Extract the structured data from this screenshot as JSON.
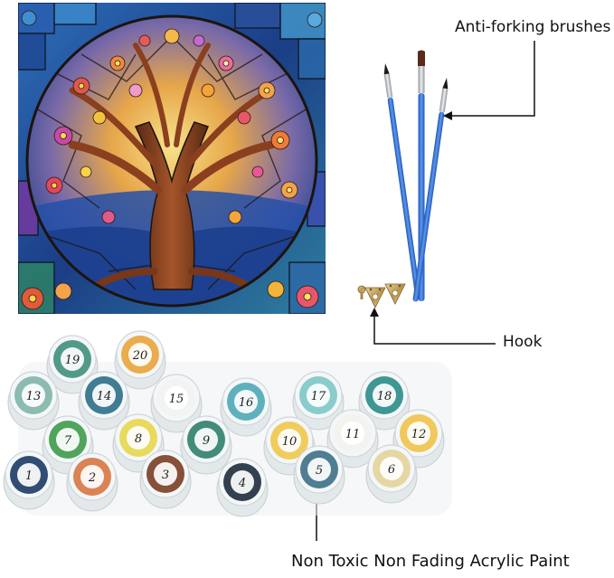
{
  "labels": {
    "brushes": "Anti-forking brushes",
    "hook": "Hook",
    "paint": "Non Toxic Non Fading Acrylic Paint"
  },
  "pots": [
    {
      "num": "19",
      "paint": "#3f8f7a"
    },
    {
      "num": "20",
      "paint": "#e9a33a"
    },
    {
      "num": "13",
      "paint": "#7fb4a8"
    },
    {
      "num": "14",
      "paint": "#2c6f87"
    },
    {
      "num": "15",
      "paint": "#f2f3f1"
    },
    {
      "num": "16",
      "paint": "#4fa7b6"
    },
    {
      "num": "17",
      "paint": "#7ec7c6"
    },
    {
      "num": "18",
      "paint": "#2a8c8a"
    },
    {
      "num": "7",
      "paint": "#3e9a4a"
    },
    {
      "num": "8",
      "paint": "#e7d64a"
    },
    {
      "num": "9",
      "paint": "#2f7f6a"
    },
    {
      "num": "10",
      "paint": "#f0c64a"
    },
    {
      "num": "11",
      "paint": "#f3f3ee"
    },
    {
      "num": "12",
      "paint": "#f1c24a"
    },
    {
      "num": "1",
      "paint": "#1d3a64"
    },
    {
      "num": "2",
      "paint": "#d87642"
    },
    {
      "num": "3",
      "paint": "#7a3d24"
    },
    {
      "num": "4",
      "paint": "#1e2b3a"
    },
    {
      "num": "5",
      "paint": "#3d6f86"
    },
    {
      "num": "6",
      "paint": "#e3d39a"
    }
  ],
  "colors": {
    "brush_handle": "#2f6fd0",
    "ferrule": "#c9ccd2",
    "glass_lead": "#1c1410",
    "tree_trunk": "#8a3f1e",
    "sky_blue": "#1d4ea0"
  }
}
